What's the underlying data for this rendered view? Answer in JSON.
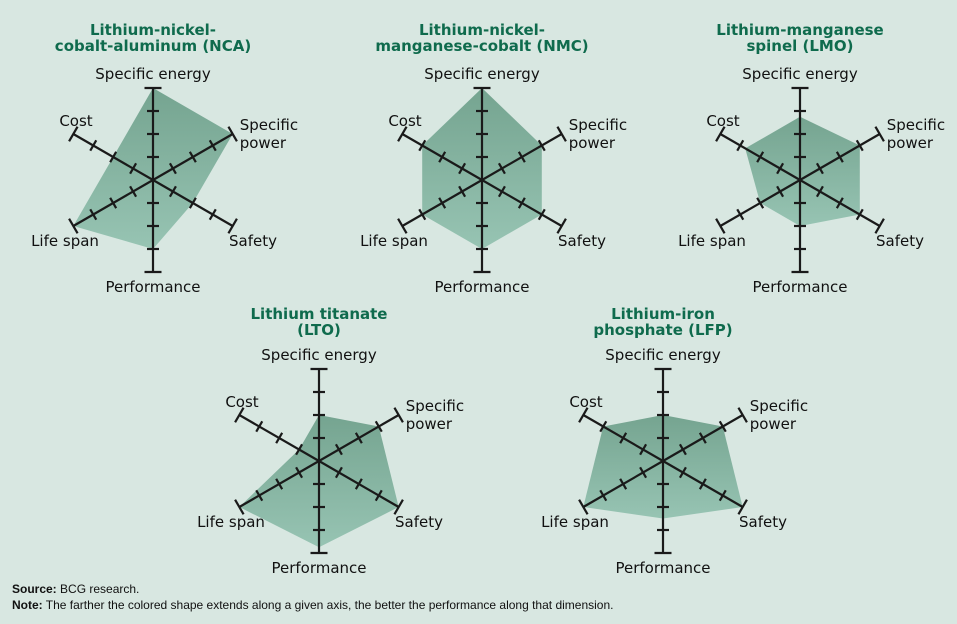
{
  "colors": {
    "background": "#d8e7e1",
    "title_green": "#0f6b4d",
    "axis_black": "#1a1a1a",
    "shape_fill_top": "#75a490",
    "shape_fill_bottom": "#97c4b3"
  },
  "chart_data": [
    {
      "type": "radar",
      "title": "Lithium-nickel-cobalt-aluminum (NCA)",
      "title_lines": [
        "Lithium-nickel-",
        "cobalt-aluminum (NCA)"
      ],
      "axes": [
        "Specific energy",
        "Specific power",
        "Safety",
        "Performance",
        "Life span",
        "Cost"
      ],
      "values": [
        4,
        4,
        2,
        3,
        4,
        2
      ],
      "range": [
        0,
        4
      ],
      "ticks": [
        1,
        2,
        3
      ]
    },
    {
      "type": "radar",
      "title": "Lithium-nickel-manganese-cobalt (NMC)",
      "title_lines": [
        "Lithium-nickel-",
        "manganese-cobalt (NMC)"
      ],
      "axes": [
        "Specific energy",
        "Specific power",
        "Safety",
        "Performance",
        "Life span",
        "Cost"
      ],
      "values": [
        4,
        3,
        3,
        3,
        3,
        3
      ],
      "range": [
        0,
        4
      ],
      "ticks": [
        1,
        2,
        3
      ]
    },
    {
      "type": "radar",
      "title": "Lithium-manganese spinel (LMO)",
      "title_lines": [
        "Lithium-manganese",
        "spinel (LMO)"
      ],
      "axes": [
        "Specific energy",
        "Specific power",
        "Safety",
        "Performance",
        "Life span",
        "Cost"
      ],
      "values": [
        2.75,
        3,
        3,
        2,
        2,
        2.75
      ],
      "range": [
        0,
        4
      ],
      "ticks": [
        1,
        2,
        3
      ]
    },
    {
      "type": "radar",
      "title": "Lithium titanate (LTO)",
      "title_lines": [
        "Lithium titanate",
        "(LTO)"
      ],
      "axes": [
        "Specific energy",
        "Specific power",
        "Safety",
        "Performance",
        "Life span",
        "Cost"
      ],
      "values": [
        2,
        3,
        4,
        3.75,
        4,
        1
      ],
      "range": [
        0,
        4
      ],
      "ticks": [
        1,
        2,
        3
      ]
    },
    {
      "type": "radar",
      "title": "Lithium-iron phosphate (LFP)",
      "title_lines": [
        "Lithium-iron",
        "phosphate (LFP)"
      ],
      "axes": [
        "Specific energy",
        "Specific power",
        "Safety",
        "Performance",
        "Life span",
        "Cost"
      ],
      "values": [
        2,
        3,
        4,
        2.5,
        4,
        3
      ],
      "range": [
        0,
        4
      ],
      "ticks": [
        1,
        2,
        3
      ]
    }
  ],
  "footer": {
    "source_label": "Source:",
    "source_text": " BCG research.",
    "note_label": "Note:",
    "note_text": " The farther the colored shape extends along a given axis, the better the performance along that dimension."
  }
}
